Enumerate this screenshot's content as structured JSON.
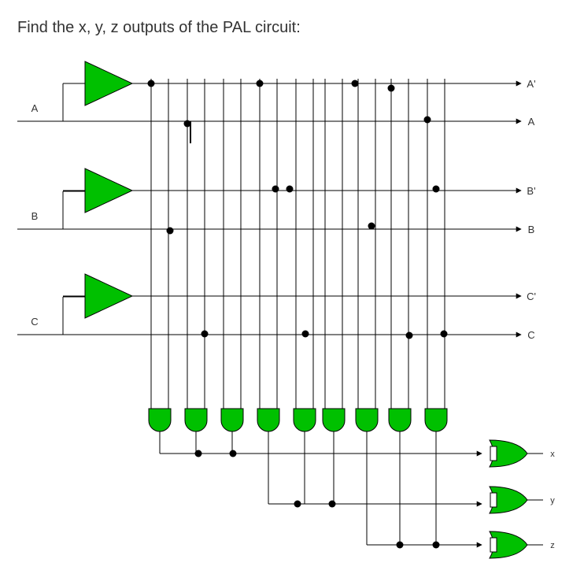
{
  "question": "Find the x, y, z outputs of the PAL circuit:",
  "inputs": [
    "A",
    "B",
    "C"
  ],
  "lines": [
    "A'",
    "A",
    "B'",
    "B",
    "C'",
    "C"
  ],
  "outputs": [
    "x",
    "y",
    "z"
  ],
  "colors": {
    "gate_fill": "#00c000",
    "wire": "#000000"
  }
}
